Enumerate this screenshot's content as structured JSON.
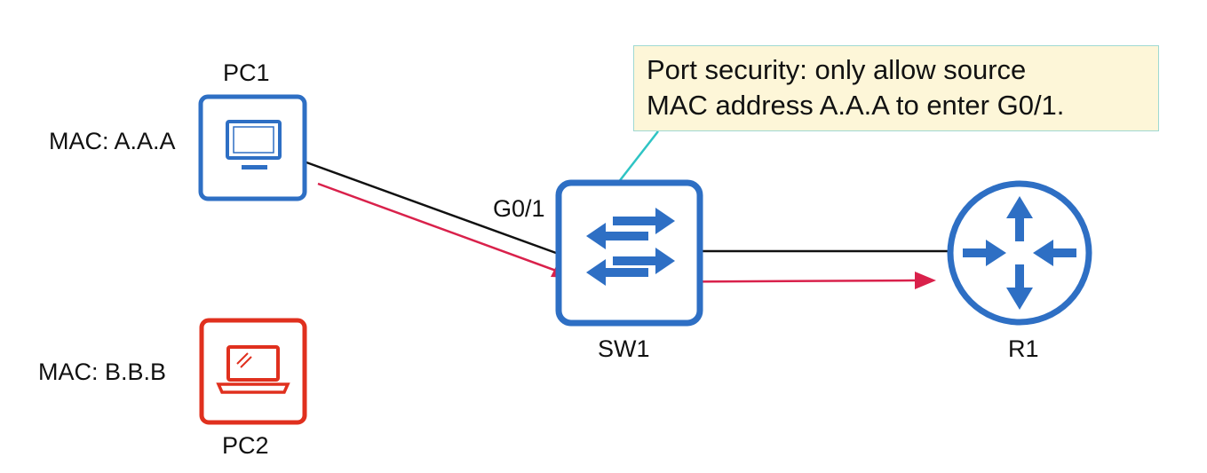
{
  "colors": {
    "device_blue": "#2e6fc4",
    "device_red": "#e0301e",
    "arrow_red": "#d9214b",
    "arrow_teal": "#2ec4c4",
    "callout_bg": "#fdf6d8",
    "callout_border": "#9fd9d2",
    "link": "#111111"
  },
  "devices": {
    "pc1": {
      "name": "PC1",
      "mac": "MAC: A.A.A",
      "icon": "desktop-monitor-icon"
    },
    "pc2": {
      "name": "PC2",
      "mac": "MAC: B.B.B",
      "icon": "laptop-icon"
    },
    "sw1": {
      "name": "SW1",
      "port": "G0/1",
      "icon": "switch-arrows-icon"
    },
    "r1": {
      "name": "R1",
      "icon": "router-arrows-icon"
    }
  },
  "callout": {
    "line1": "Port security: only allow source",
    "line2": "MAC address A.A.A to enter G0/1."
  }
}
